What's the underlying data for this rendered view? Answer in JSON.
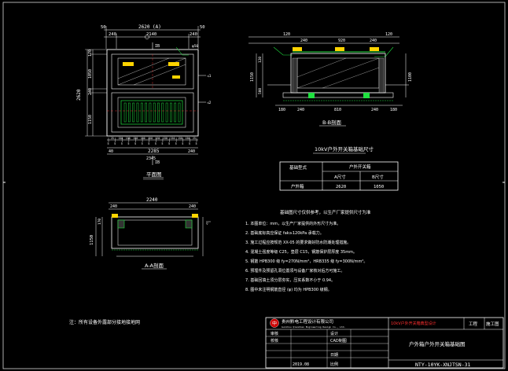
{
  "plan": {
    "title": "平面图",
    "dim_total": "2620 (A)",
    "dim_top_left": "50",
    "dim_top_right": "50",
    "dim_top_segments": [
      "240",
      "2140",
      "240"
    ],
    "dim_bottom_total": "2285",
    "dim_bottom_sub": "2345",
    "dim_bottom_right": "240",
    "dim_bottom_left": "40",
    "dim_left_total": "2620",
    "dim_left_segments": [
      "170",
      "1050",
      "240",
      "1150"
    ],
    "section_mark_top": "IB",
    "section_mark_bottom": "IB",
    "bottom_row_numbers": [
      "5",
      "5",
      "5",
      "5",
      "5",
      "5",
      "5",
      "5",
      "5",
      "5",
      "5",
      "5",
      "5",
      "5"
    ],
    "bottom_row_gaps": [
      "25",
      "150",
      "150",
      "150",
      "150",
      "150",
      "150",
      "150",
      "150",
      "150",
      "150",
      "25"
    ]
  },
  "section_bb": {
    "title": "B-B剖面",
    "dims_top": [
      "120",
      "240",
      "920",
      "240",
      "120"
    ],
    "dims_bottom": [
      "180",
      "240",
      "810",
      "240",
      "180"
    ],
    "dims_left": [
      "1150",
      "120",
      "500"
    ],
    "dim_right": "1100"
  },
  "section_aa": {
    "title": "A-A剖面",
    "dim_top_total": "2240",
    "dims_top_sides": [
      "240",
      "240"
    ],
    "dim_left": "1150",
    "dim_left_sub": "170"
  },
  "table": {
    "title": "10kV户外开关箱基础尺寸",
    "col_head": "户外开关箱",
    "row_head": "基础型式",
    "sub_heads": [
      "A尺寸",
      "B尺寸"
    ],
    "row_label": "户外箱",
    "values": [
      "2620",
      "1050"
    ]
  },
  "notes": {
    "heading": "基础图尺寸仅供参考，以生产厂家提供尺寸为准",
    "items": [
      "1. 本图单位：mm，以生产厂家提供的外形尺寸为准。",
      "2. 基础底标高应保证 fak≥120kPa 承载力。",
      "3. 施工过程应按规范 XX-05 的要求做好防水防潮处理措施。",
      "4. 混凝土强度等级 C25，垫层 C15，钢筋保护层厚度 35mm。",
      "5. 钢筋 HPB300 级 fy=270N/mm²，HRB335 级 fy=300N/mm²。",
      "6. 预埋件及预留孔洞位置须与设备厂家核对后方可施工。",
      "7. 基础回填土须分层夯实，压实系数不小于 0.94。",
      "8. 图中未注明钢筋直径 (φ) 均为 HPB300 级钢。"
    ]
  },
  "footnote": "注：所有设备外露部分接地接地网",
  "title_block": {
    "company": "贵州黔电工程设计有限公司",
    "company_en": "Guizhou Qiandian Engineering Design Co., Ltd.",
    "project": "10kV户外开关箱典型设计",
    "stage": "工程",
    "stage_right": "施工图",
    "drawing_name": "户外箱户外开关箱基础图",
    "labels": [
      "审核",
      "校核",
      "设计",
      "CAD制图",
      "日期",
      "比例"
    ],
    "date": "2019.08",
    "drawing_no": "NTY-10YK-XNJTSN-31"
  }
}
